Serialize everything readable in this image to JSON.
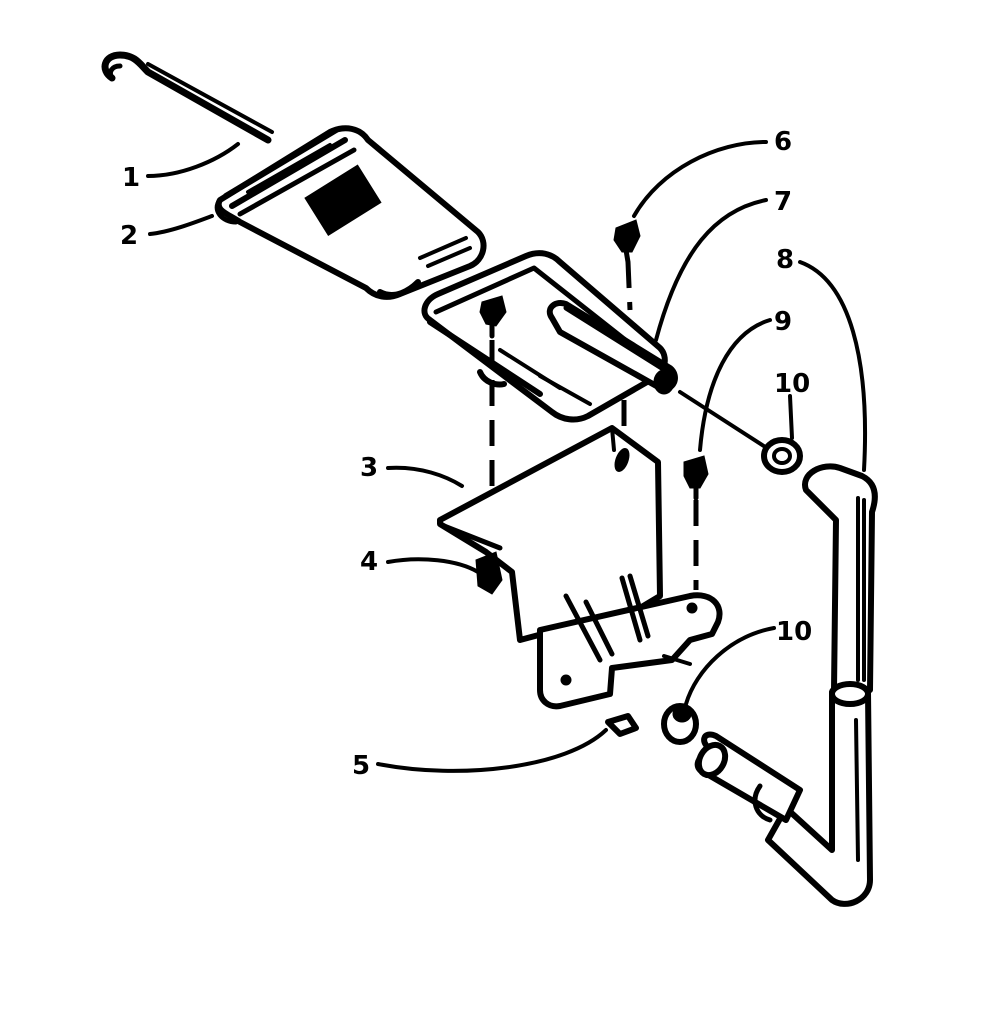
{
  "callouts": [
    {
      "id": "1",
      "text": "1"
    },
    {
      "id": "2",
      "text": "2"
    },
    {
      "id": "3",
      "text": "3"
    },
    {
      "id": "4",
      "text": "4"
    },
    {
      "id": "5",
      "text": "5"
    },
    {
      "id": "6",
      "text": "6"
    },
    {
      "id": "7",
      "text": "7"
    },
    {
      "id": "8",
      "text": "8"
    },
    {
      "id": "9",
      "text": "9"
    },
    {
      "id": "10a",
      "text": "10"
    },
    {
      "id": "10b",
      "text": "10"
    }
  ],
  "colors": {
    "ink": "#000000",
    "paper": "#ffffff"
  }
}
